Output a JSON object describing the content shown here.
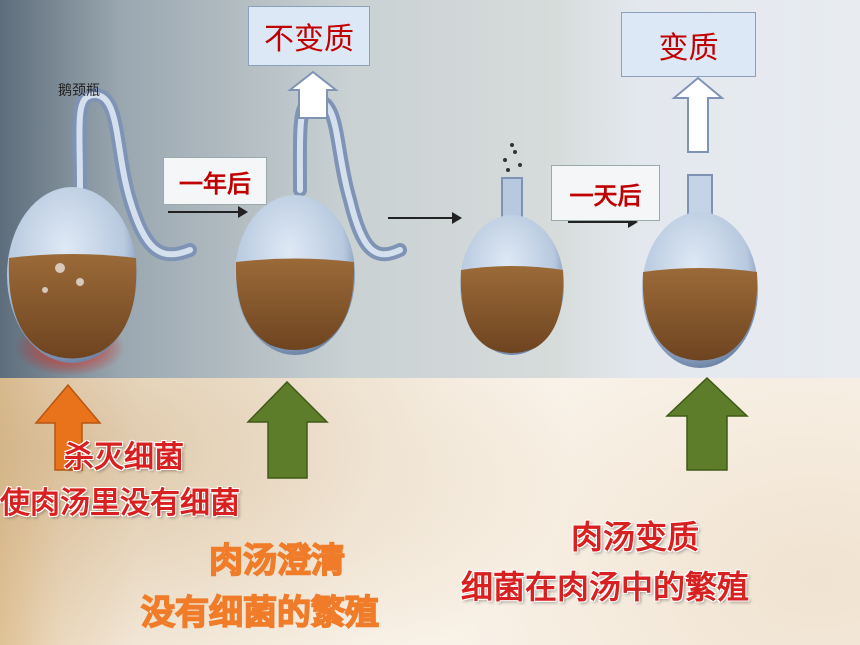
{
  "photo": {
    "flask_caption": "鹅颈瓶",
    "result_left": "不变质",
    "result_right": "变质",
    "time_left": "一年后",
    "time_right": "一天后"
  },
  "captions": {
    "kill_line1": "杀灭细菌",
    "kill_line2": "使肉汤里没有细菌",
    "clear_line1": "肉汤澄清",
    "clear_line2": "没有细菌的繁殖",
    "spoil_line1": "肉汤变质",
    "spoil_line2": "细菌在肉汤中的繁殖"
  },
  "colors": {
    "arrow_orange": "#e8731a",
    "arrow_green": "#5e7d2b",
    "caption_red": "#d92020",
    "caption_orange": "#f07b28",
    "broth": "#8a5b2e"
  }
}
